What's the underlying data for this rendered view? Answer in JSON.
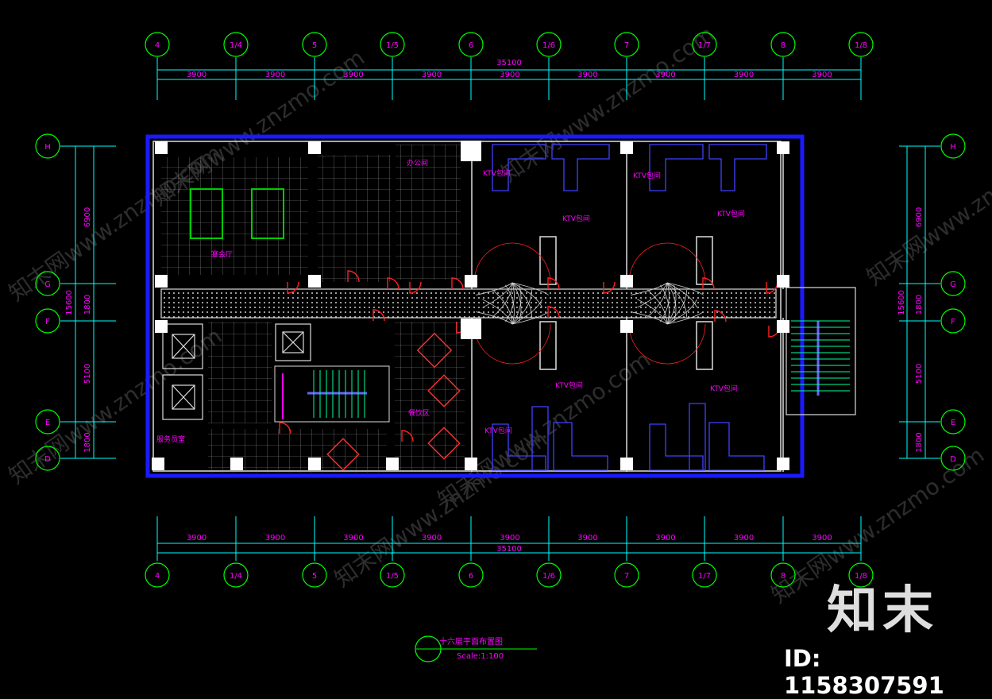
{
  "axes": {
    "columns": [
      "4",
      "1/4",
      "5",
      "1/5",
      "6",
      "1/6",
      "7",
      "1/7",
      "8",
      "1/8"
    ],
    "rows": [
      "H",
      "G",
      "F",
      "E",
      "D"
    ]
  },
  "dimensions": {
    "bays": [
      "3900",
      "3900",
      "3900",
      "3900",
      "3900",
      "3900",
      "3900",
      "3900",
      "3900"
    ],
    "total_width": "35100",
    "row_segments": [
      "6900",
      "1800",
      "5100",
      "1800"
    ],
    "total_depth": "15600"
  },
  "rooms": {
    "ktv": "KTV包间",
    "top_left": "宴会厅",
    "office": "办公间",
    "dining": "餐饮区",
    "bottom_left": "服务员室"
  },
  "title_block": {
    "title": "十六层平面布置图",
    "scale": "Scale:1:100"
  },
  "watermark": {
    "logo": "知末",
    "id": "ID: 1158307591",
    "text": "知末网www.znzmo.com"
  },
  "colors": {
    "background": "#000000",
    "grid": "#00ffff",
    "axis_bubble": "#00ff00",
    "outline": "#1a1aff",
    "door": "#ff0000",
    "label": "#ff00ff",
    "furniture": "#00cc00"
  }
}
